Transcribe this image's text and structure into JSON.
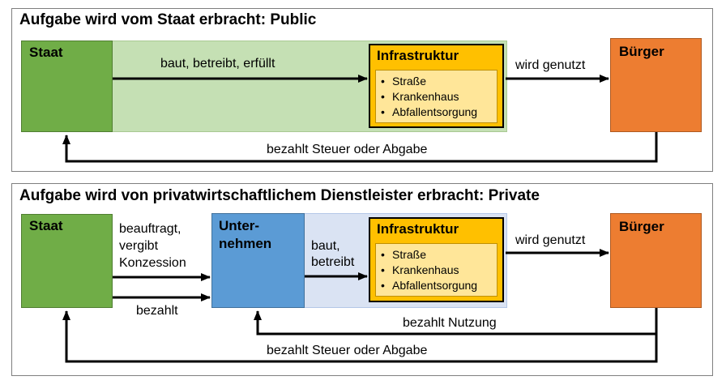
{
  "public": {
    "title": "Aufgabe wird  vom Staat erbracht: Public",
    "staat": "Staat",
    "arrow_build": "baut, betreibt, erfüllt",
    "infra_title": "Infrastruktur",
    "infra_items": [
      "Straße",
      "Krankenhaus",
      "Abfallentsorgung"
    ],
    "arrow_use": "wird genutzt",
    "buerger": "Bürger",
    "arrow_pay": "bezahlt Steuer oder Abgabe"
  },
  "private": {
    "title": "Aufgabe wird  von privatwirtschaftlichem  Dienstleister  erbracht: Private",
    "staat": "Staat",
    "commission_lines": [
      "beauftragt,",
      "vergibt",
      "Konzession"
    ],
    "paid": "bezahlt",
    "company_lines": [
      "Unter-",
      "nehmen"
    ],
    "build_lines": [
      "baut,",
      "betreibt"
    ],
    "infra_title": "Infrastruktur",
    "infra_items": [
      "Straße",
      "Krankenhaus",
      "Abfallentsorgung"
    ],
    "arrow_use": "wird genutzt",
    "buerger": "Bürger",
    "arrow_pay_usage": "bezahlt Nutzung",
    "arrow_pay_tax": "bezahlt Steuer oder Abgabe"
  },
  "colors": {
    "staat_green": "#70ad47",
    "light_green": "#c5e0b4",
    "company_blue": "#5b9bd5",
    "light_blue": "#dae3f3",
    "infra_gold": "#ffc000",
    "infra_light": "#ffe699",
    "buerger_orange": "#ed7d31"
  }
}
